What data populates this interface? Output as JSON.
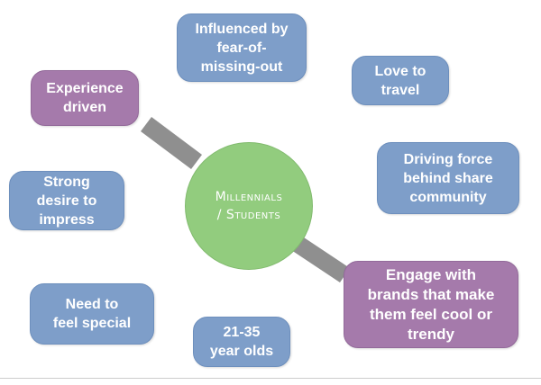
{
  "diagram": {
    "center": {
      "label": "Millennials\n/ Students"
    },
    "nodes": [
      {
        "id": "fomo",
        "label": "Influenced by\nfear-of-\nmissing-out",
        "color": "blue"
      },
      {
        "id": "travel",
        "label": "Love to\ntravel",
        "color": "blue"
      },
      {
        "id": "experience",
        "label": "Experience\ndriven",
        "color": "purple"
      },
      {
        "id": "share",
        "label": "Driving force\nbehind share\ncommunity",
        "color": "blue"
      },
      {
        "id": "impress",
        "label": "Strong\ndesire to\nimpress",
        "color": "blue"
      },
      {
        "id": "engage",
        "label": "Engage with\nbrands that make\nthem feel cool or\ntrendy",
        "color": "purple"
      },
      {
        "id": "special",
        "label": "Need to\nfeel special",
        "color": "blue"
      },
      {
        "id": "age",
        "label": "21-35\nyear olds",
        "color": "blue"
      }
    ],
    "colors": {
      "blue": "#7e9ec9",
      "purple": "#a57aab",
      "green": "#92cc7e",
      "connector": "#8f8f8f"
    }
  }
}
